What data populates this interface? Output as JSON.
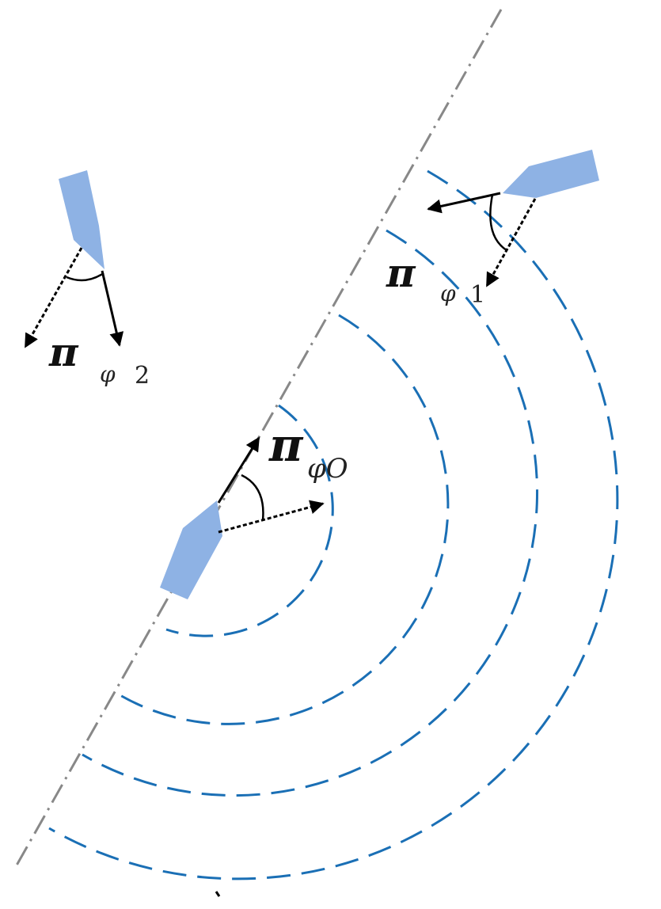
{
  "colors": {
    "range_arc": "#1a6fb5",
    "axis_line": "#888888",
    "boat_fill": "#8eb2e4",
    "arrow": "#000000"
  },
  "labels": {
    "pi_0": {
      "main": "π",
      "sub": "φO",
      "num": ""
    },
    "pi_1": {
      "main": "π",
      "sub": "φ",
      "num": "1"
    },
    "pi_2": {
      "main": "π",
      "sub": "φ",
      "num": "2"
    }
  },
  "range_rings_count": 4,
  "vessels": [
    {
      "id": "own-ship"
    },
    {
      "id": "target-ship-1"
    },
    {
      "id": "target-ship-2"
    }
  ]
}
